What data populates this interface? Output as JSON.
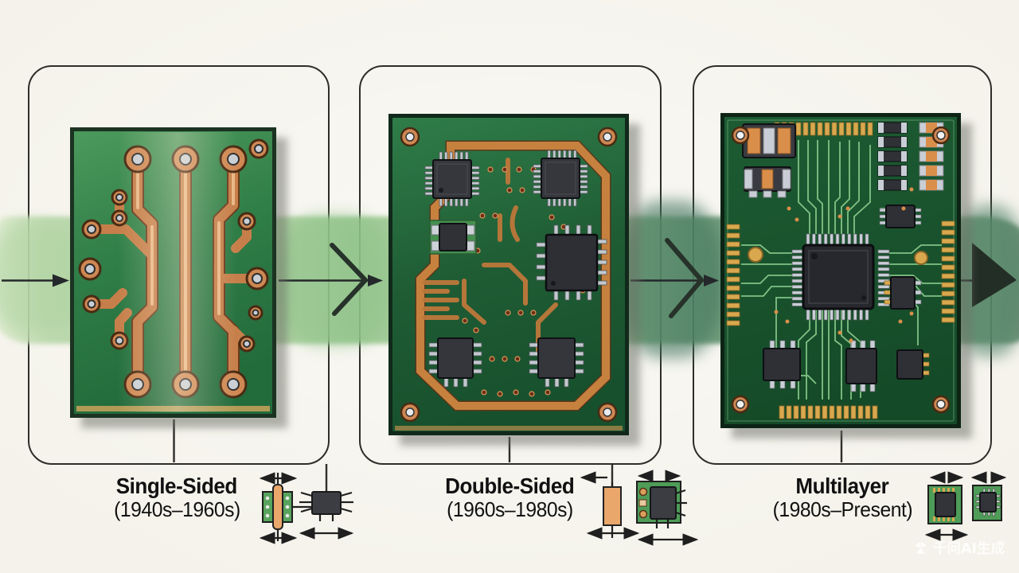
{
  "stages": [
    {
      "name": "Single-Sided",
      "era": "(1940s–1960s)",
      "icons": [
        "pcb-cross-section-through-hole-icon",
        "dip-chip-icon"
      ]
    },
    {
      "name": "Double-Sided",
      "era": "(1960s–1980s)",
      "icons": [
        "via-cross-section-icon",
        "smd-chip-on-board-icon"
      ]
    },
    {
      "name": "Multilayer",
      "era": "(1980s–Present)",
      "icons": [
        "qfp-chip-on-board-icon",
        "qfn-chip-on-board-icon"
      ]
    }
  ],
  "watermark": {
    "text": "千问AI生成",
    "logo": "qwen-logo-icon"
  },
  "colors": {
    "paper": "#f4f2ea",
    "ink": "#24282a",
    "ink-strong": "#26322a",
    "frame": "#2f2d28",
    "label": "#111111",
    "band-light": "#cde3c0",
    "band-mid": "#8fc186",
    "band-dark": "#4f8763"
  },
  "palette_note": {
    "copper": "#c6813f",
    "gold": "#d9a84e",
    "board-green-light": "#4c9a5c",
    "board-green-mid": "#2f7d49",
    "board-green-dark": "#1d5c33"
  }
}
